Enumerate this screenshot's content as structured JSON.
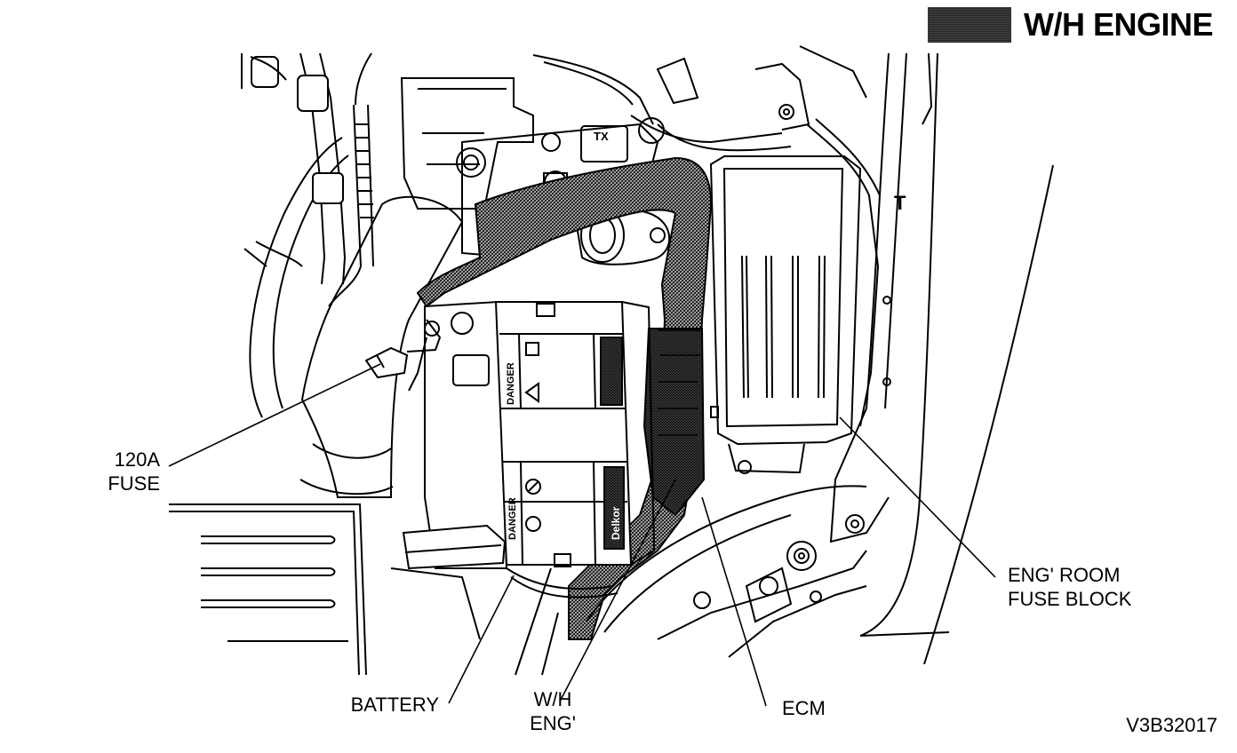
{
  "header": {
    "title": "W/H ENGINE"
  },
  "callouts": {
    "fuse_120a_line1": "120A",
    "fuse_120a_line2": "FUSE",
    "fuse_block_line1": "ENG' ROOM",
    "fuse_block_line2": "FUSE BLOCK",
    "battery": "BATTERY",
    "wh_eng_line1": "W/H",
    "wh_eng_line2": "ENG'",
    "ecm": "ECM"
  },
  "battery_labels": {
    "danger_upper": "DANGER",
    "danger_lower": "DANGER",
    "brand": "Delkor"
  },
  "part_marks": {
    "tx": "TX",
    "t": "T"
  },
  "figure_code": "V3B32017",
  "colors": {
    "line": "#000000",
    "background": "#ffffff",
    "harness_hatch": "#3a3a3a",
    "legend_swatch": "#777777"
  }
}
